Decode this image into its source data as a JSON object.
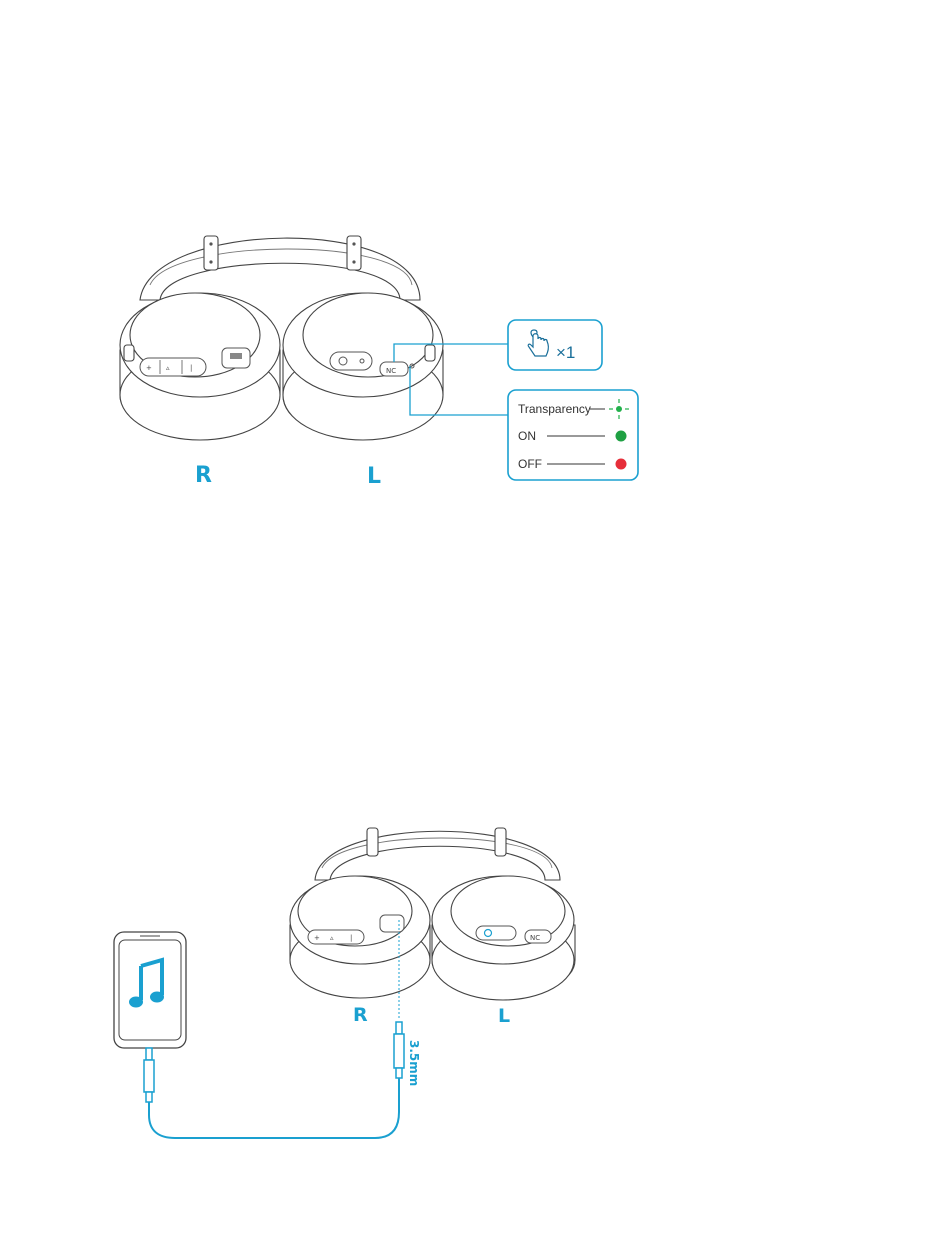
{
  "diagram1": {
    "label_right": "R",
    "label_left": "L",
    "tap_count": "×1",
    "nc_button": "NC",
    "modes": [
      {
        "name": "Transparency",
        "color": "#22b04b",
        "style": "blinking"
      },
      {
        "name": "ON",
        "color": "#1fa043",
        "style": "solid"
      },
      {
        "name": "OFF",
        "color": "#e62e3a",
        "style": "solid"
      }
    ]
  },
  "diagram2": {
    "label_right": "R",
    "label_left": "L",
    "jack_size": "3.5mm",
    "nc_button": "NC"
  },
  "colors": {
    "accent": "#1aa0d0",
    "line_art": "#444444"
  },
  "icons": {
    "tap": "hand-tap-icon",
    "music": "music-note-icon"
  }
}
